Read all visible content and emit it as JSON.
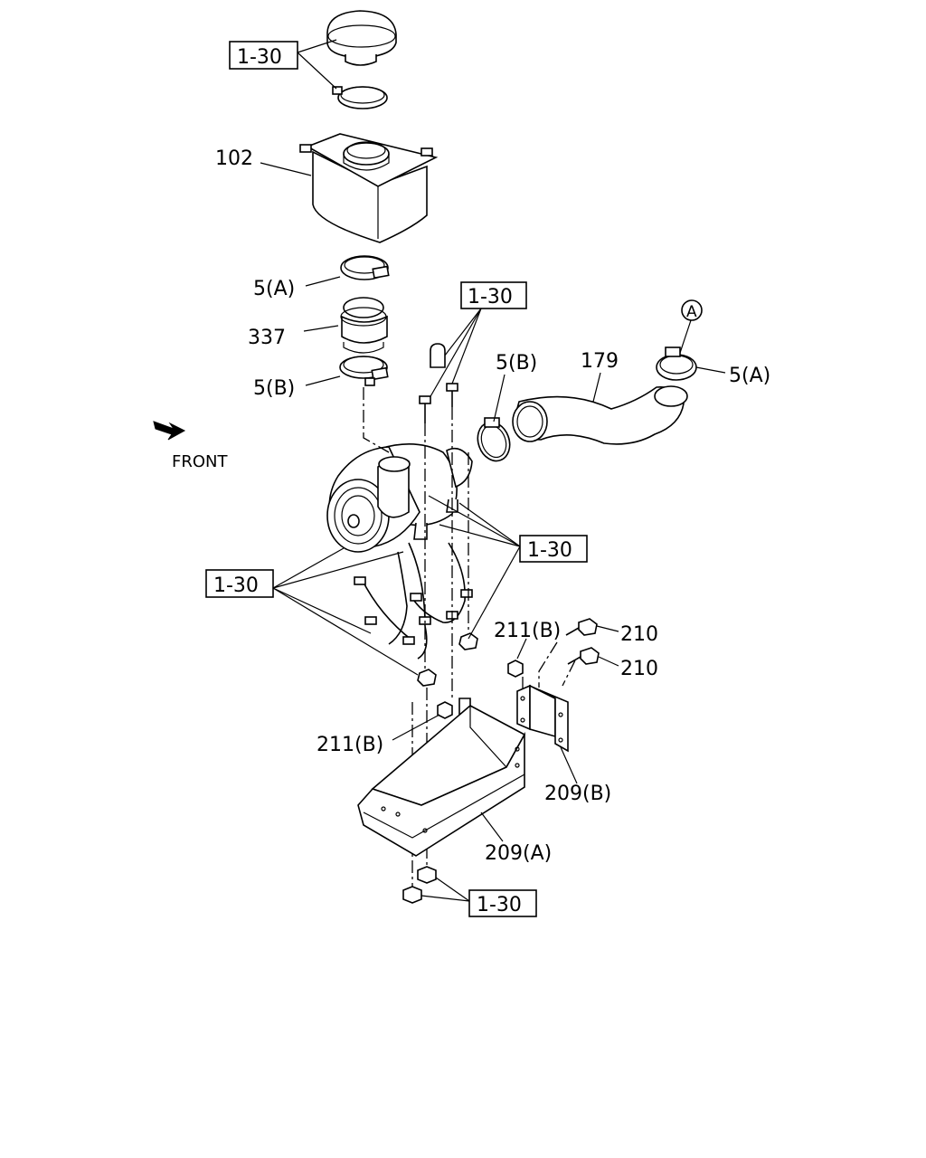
{
  "part_labels": {
    "p102": "102",
    "p5a_left": "5(A)",
    "p337": "337",
    "p5b_left": "5(B)",
    "p5b_right": "5(B)",
    "p179": "179",
    "p5a_right": "5(A)",
    "callout_a": "A",
    "front": "FRONT",
    "p211b_upper": "211(B)",
    "p210_upper": "210",
    "p210_lower": "210",
    "p211b_lower": "211(B)",
    "p209b": "209(B)",
    "p209a": "209(A)"
  },
  "ref_boxes": {
    "top": "1-30",
    "upper_middle": "1-30",
    "right": "1-30",
    "left": "1-30",
    "bottom": "1-30"
  },
  "icons": {
    "front_arrow": "front-direction-arrow"
  }
}
